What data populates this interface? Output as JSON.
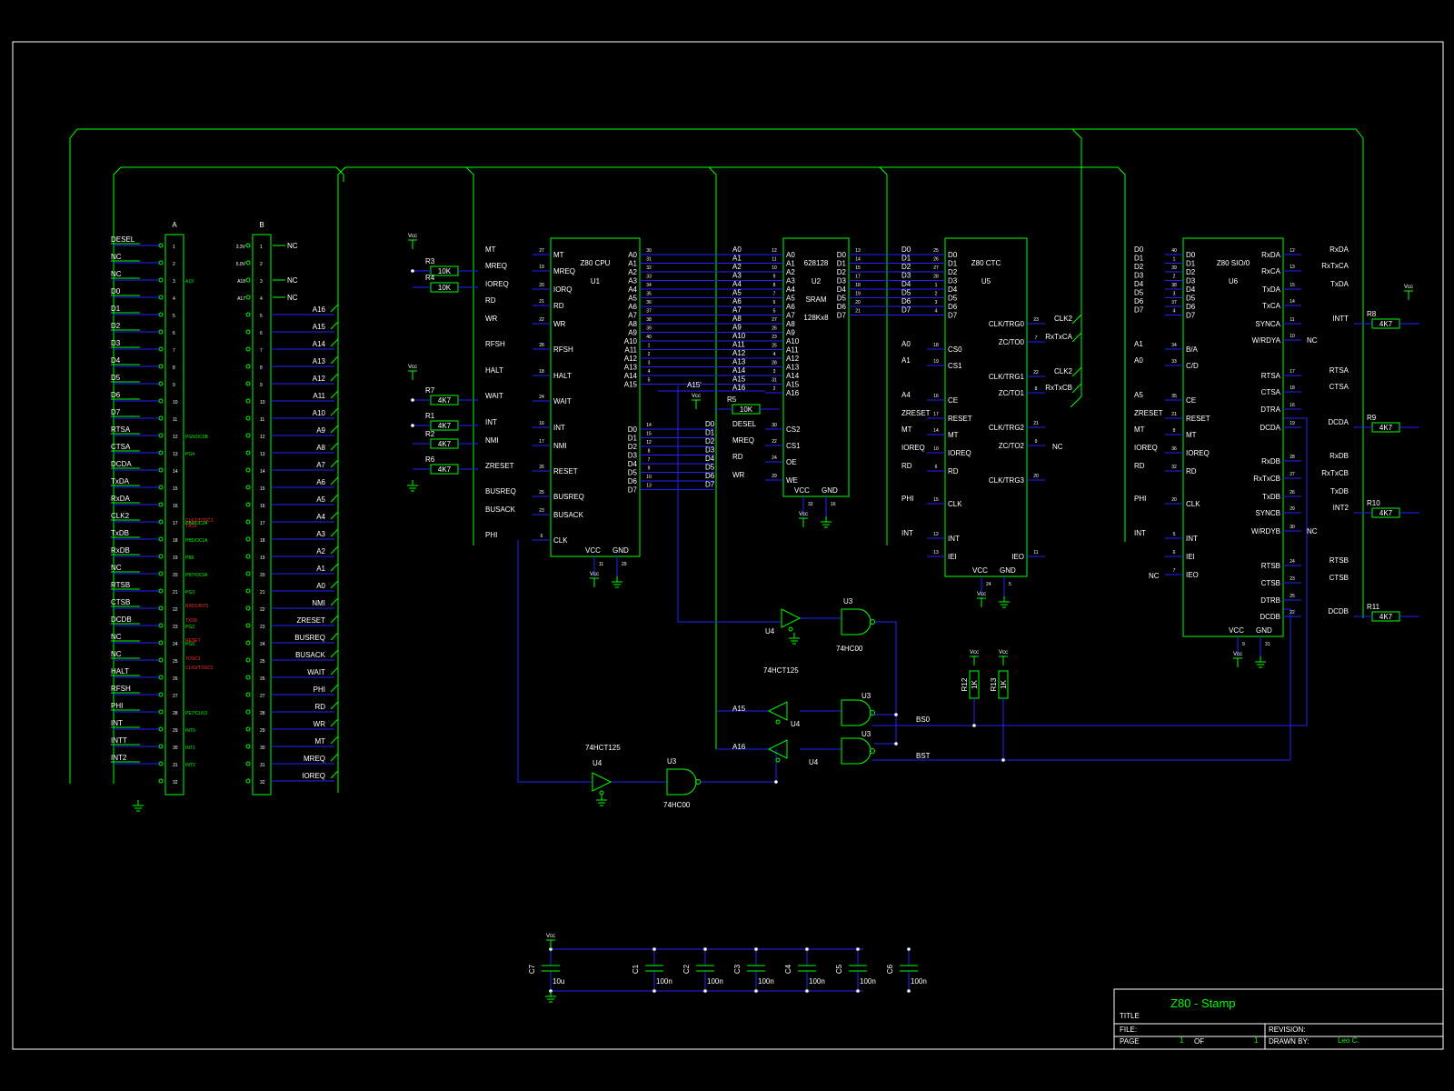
{
  "title_block": {
    "title_label": "TITLE",
    "title": "Z80 - Stamp",
    "file_label": "FILE:",
    "revision_label": "REVISION:",
    "page_label": "PAGE",
    "page": "1",
    "of_label": "OF",
    "page_total": "1",
    "drawn_by_label": "DRAWN BY:",
    "drawn_by": "Leo C."
  },
  "header_a": {
    "name": "A",
    "pins": [
      {
        "n": "1",
        "left": "DESEL",
        "right": ""
      },
      {
        "n": "2",
        "left": "NC",
        "right": ""
      },
      {
        "n": "3",
        "left": "NC",
        "right": "A19"
      },
      {
        "n": "4",
        "left": "D0",
        "right": ""
      },
      {
        "n": "5",
        "left": "D1",
        "right": ""
      },
      {
        "n": "6",
        "left": "D2",
        "right": ""
      },
      {
        "n": "7",
        "left": "D3",
        "right": ""
      },
      {
        "n": "8",
        "left": "D4",
        "right": ""
      },
      {
        "n": "9",
        "left": "D5",
        "right": ""
      },
      {
        "n": "10",
        "left": "D6",
        "right": ""
      },
      {
        "n": "11",
        "left": "D7",
        "right": ""
      },
      {
        "n": "12",
        "left": "RTSA",
        "right": "PG5/OC0B"
      },
      {
        "n": "13",
        "left": "CTSA",
        "right": "PG4"
      },
      {
        "n": "14",
        "left": "DCDA",
        "right": ""
      },
      {
        "n": "15",
        "left": "TxDA",
        "right": ""
      },
      {
        "n": "16",
        "left": "RxDA",
        "right": ""
      },
      {
        "n": "17",
        "left": "CLK2",
        "right": "PB4/OC2A"
      },
      {
        "n": "18",
        "left": "TxDB",
        "right": "PB5/OC1A"
      },
      {
        "n": "19",
        "left": "RxDB",
        "right": "PB6"
      },
      {
        "n": "20",
        "left": "NC",
        "right": "PB7/OC0A"
      },
      {
        "n": "21",
        "left": "RTSB",
        "right": "PG3"
      },
      {
        "n": "22",
        "left": "CTSB",
        "right": ""
      },
      {
        "n": "23",
        "left": "DCDB",
        "right": "PG2"
      },
      {
        "n": "24",
        "left": "NC",
        "right": "PG0"
      },
      {
        "n": "25",
        "left": "NC",
        "right": ""
      },
      {
        "n": "26",
        "left": "HALT",
        "right": ""
      },
      {
        "n": "27",
        "left": "RFSH",
        "right": ""
      },
      {
        "n": "28",
        "left": "PHI",
        "right": "PE7/CLKO"
      },
      {
        "n": "29",
        "left": "INT",
        "right": "INT0"
      },
      {
        "n": "30",
        "left": "INTT",
        "right": "INT1"
      },
      {
        "n": "31",
        "left": "INT2",
        "right": "INT2"
      },
      {
        "n": "32",
        "left": "",
        "right": ""
      }
    ],
    "red_notes": [
      "CLK2/TOSC1",
      "TXD1",
      "RXD1/INT2",
      "TXD0",
      "RESET",
      "TOSC1",
      "CLK0/TOSC2"
    ]
  },
  "header_b": {
    "name": "B",
    "pins": [
      {
        "n": "1",
        "left": "3.3V",
        "right": "NC"
      },
      {
        "n": "2",
        "left": "5.0V",
        "right": ""
      },
      {
        "n": "3",
        "left": "A18",
        "right": "NC"
      },
      {
        "n": "4",
        "left": "A17",
        "right": "NC"
      },
      {
        "n": "5",
        "left": "",
        "right": "A16"
      },
      {
        "n": "6",
        "left": "",
        "right": "A15"
      },
      {
        "n": "7",
        "left": "",
        "right": "A14"
      },
      {
        "n": "8",
        "left": "",
        "right": "A13"
      },
      {
        "n": "9",
        "left": "",
        "right": "A12"
      },
      {
        "n": "10",
        "left": "",
        "right": "A11"
      },
      {
        "n": "11",
        "left": "",
        "right": "A10"
      },
      {
        "n": "12",
        "left": "",
        "right": "A9"
      },
      {
        "n": "13",
        "left": "",
        "right": "A8"
      },
      {
        "n": "14",
        "left": "",
        "right": "A7"
      },
      {
        "n": "15",
        "left": "",
        "right": "A6"
      },
      {
        "n": "16",
        "left": "",
        "right": "A5"
      },
      {
        "n": "17",
        "left": "",
        "right": "A4"
      },
      {
        "n": "18",
        "left": "",
        "right": "A3"
      },
      {
        "n": "19",
        "left": "",
        "right": "A2"
      },
      {
        "n": "20",
        "left": "",
        "right": "A1"
      },
      {
        "n": "21",
        "left": "",
        "right": "A0"
      },
      {
        "n": "22",
        "left": "",
        "right": "NMI"
      },
      {
        "n": "23",
        "left": "",
        "right": "ZRESET"
      },
      {
        "n": "24",
        "left": "",
        "right": "BUSREQ"
      },
      {
        "n": "25",
        "left": "",
        "right": "BUSACK"
      },
      {
        "n": "26",
        "left": "",
        "right": "WAIT"
      },
      {
        "n": "27",
        "left": "",
        "right": "PHI"
      },
      {
        "n": "28",
        "left": "",
        "right": "RD"
      },
      {
        "n": "29",
        "left": "",
        "right": "WR"
      },
      {
        "n": "30",
        "left": "",
        "right": "MT"
      },
      {
        "n": "31",
        "left": "",
        "right": "MREQ"
      },
      {
        "n": "32",
        "left": "",
        "right": "IOREQ"
      }
    ]
  },
  "u1": {
    "ref": "U1",
    "type": "Z80 CPU",
    "left_pins": [
      {
        "n": "27",
        "name": "MT"
      },
      {
        "n": "19",
        "name": "MREQ"
      },
      {
        "n": "20",
        "name": "IORQ"
      },
      {
        "n": "21",
        "name": "RD"
      },
      {
        "n": "22",
        "name": "WR"
      },
      {
        "n": "28",
        "name": "RFSH"
      },
      {
        "n": "18",
        "name": "HALT"
      },
      {
        "n": "24",
        "name": "WAIT"
      },
      {
        "n": "16",
        "name": "INT"
      },
      {
        "n": "17",
        "name": "NMI"
      },
      {
        "n": "26",
        "name": "RESET"
      },
      {
        "n": "25",
        "name": "BUSREQ"
      },
      {
        "n": "23",
        "name": "BUSACK"
      },
      {
        "n": "6",
        "name": "CLK"
      }
    ],
    "right_pins": [
      {
        "n": "30",
        "name": "A0"
      },
      {
        "n": "31",
        "name": "A1"
      },
      {
        "n": "32",
        "name": "A2"
      },
      {
        "n": "33",
        "name": "A3"
      },
      {
        "n": "34",
        "name": "A4"
      },
      {
        "n": "35",
        "name": "A5"
      },
      {
        "n": "36",
        "name": "A6"
      },
      {
        "n": "37",
        "name": "A7"
      },
      {
        "n": "38",
        "name": "A8"
      },
      {
        "n": "39",
        "name": "A9"
      },
      {
        "n": "40",
        "name": "A10"
      },
      {
        "n": "1",
        "name": "A11"
      },
      {
        "n": "2",
        "name": "A12"
      },
      {
        "n": "3",
        "name": "A13"
      },
      {
        "n": "4",
        "name": "A14"
      },
      {
        "n": "5",
        "name": "A15"
      },
      {
        "n": "14",
        "name": "D0"
      },
      {
        "n": "15",
        "name": "D1"
      },
      {
        "n": "12",
        "name": "D2"
      },
      {
        "n": "8",
        "name": "D3"
      },
      {
        "n": "7",
        "name": "D4"
      },
      {
        "n": "9",
        "name": "D5"
      },
      {
        "n": "10",
        "name": "D6"
      },
      {
        "n": "13",
        "name": "D7"
      }
    ],
    "bottom": {
      "vcc": "VCC",
      "gnd": "GND",
      "vcc_pin": "11",
      "gnd_pin": "29"
    },
    "net_labels": [
      "MT",
      "MREQ",
      "IOREQ",
      "RD",
      "WR",
      "RFSH",
      "HALT",
      "WAIT",
      "INT",
      "NMI",
      "ZRESET",
      "BUSREQ",
      "BUSACK",
      "PHI"
    ]
  },
  "u2": {
    "ref": "U2",
    "type": "628128",
    "desc": "SRAM",
    "org": "128Kx8",
    "left_pins": [
      {
        "n": "12",
        "name": "A0"
      },
      {
        "n": "11",
        "name": "A1"
      },
      {
        "n": "10",
        "name": "A2"
      },
      {
        "n": "9",
        "name": "A3"
      },
      {
        "n": "8",
        "name": "A4"
      },
      {
        "n": "7",
        "name": "A5"
      },
      {
        "n": "6",
        "name": "A6"
      },
      {
        "n": "5",
        "name": "A7"
      },
      {
        "n": "27",
        "name": "A8"
      },
      {
        "n": "26",
        "name": "A9"
      },
      {
        "n": "23",
        "name": "A10"
      },
      {
        "n": "25",
        "name": "A11"
      },
      {
        "n": "4",
        "name": "A12"
      },
      {
        "n": "28",
        "name": "A13"
      },
      {
        "n": "3",
        "name": "A14"
      },
      {
        "n": "31",
        "name": "A15"
      },
      {
        "n": "2",
        "name": "A16"
      },
      {
        "n": "30",
        "name": "CS2"
      },
      {
        "n": "22",
        "name": "CS1"
      },
      {
        "n": "24",
        "name": "OE"
      },
      {
        "n": "29",
        "name": "WE"
      }
    ],
    "right_pins": [
      {
        "n": "13",
        "name": "D0"
      },
      {
        "n": "14",
        "name": "D1"
      },
      {
        "n": "15",
        "name": "D2"
      },
      {
        "n": "17",
        "name": "D3"
      },
      {
        "n": "18",
        "name": "D4"
      },
      {
        "n": "19",
        "name": "D5"
      },
      {
        "n": "20",
        "name": "D6"
      },
      {
        "n": "21",
        "name": "D7"
      }
    ],
    "bottom": {
      "vcc": "VCC",
      "gnd": "GND",
      "vcc_pin": "32",
      "gnd_pin": "16"
    },
    "net_labels": [
      "A0",
      "A1",
      "A2",
      "A3",
      "A4",
      "A5",
      "A6",
      "A7",
      "A8",
      "A9",
      "A10",
      "A11",
      "A12",
      "A13",
      "A14",
      "A15",
      "A16",
      "DESEL",
      "MREQ",
      "RD",
      "WR",
      "A15'",
      "D0",
      "D1",
      "D2",
      "D3",
      "D4",
      "D5",
      "D6",
      "D7"
    ]
  },
  "u5": {
    "ref": "U5",
    "type": "Z80 CTC",
    "left_pins": [
      {
        "n": "25",
        "name": "D0"
      },
      {
        "n": "26",
        "name": "D1"
      },
      {
        "n": "27",
        "name": "D2"
      },
      {
        "n": "28",
        "name": "D3"
      },
      {
        "n": "1",
        "name": "D4"
      },
      {
        "n": "2",
        "name": "D5"
      },
      {
        "n": "3",
        "name": "D6"
      },
      {
        "n": "4",
        "name": "D7"
      },
      {
        "n": "18",
        "name": "CS0"
      },
      {
        "n": "19",
        "name": "CS1"
      },
      {
        "n": "16",
        "name": "CE"
      },
      {
        "n": "17",
        "name": "RESET"
      },
      {
        "n": "14",
        "name": "MT"
      },
      {
        "n": "10",
        "name": "IOREQ"
      },
      {
        "n": "6",
        "name": "RD"
      },
      {
        "n": "15",
        "name": "CLK"
      },
      {
        "n": "12",
        "name": "INT"
      },
      {
        "n": "13",
        "name": "IEI"
      }
    ],
    "right_pins": [
      {
        "n": "23",
        "name": "CLK/TRG0"
      },
      {
        "n": "7",
        "name": "ZC/TO0"
      },
      {
        "n": "22",
        "name": "CLK/TRG1"
      },
      {
        "n": "8",
        "name": "ZC/TO1"
      },
      {
        "n": "21",
        "name": "CLK/TRG2"
      },
      {
        "n": "9",
        "name": "ZC/TO2"
      },
      {
        "n": "20",
        "name": "CLK/TRG3"
      },
      {
        "n": "11",
        "name": "IEO"
      }
    ],
    "bottom": {
      "vcc": "VCC",
      "gnd": "GND",
      "vcc_pin": "24",
      "gnd_pin": "5"
    },
    "net_labels": [
      "D0",
      "D1",
      "D2",
      "D3",
      "D4",
      "D5",
      "D6",
      "D7",
      "A0",
      "A1",
      "A4",
      "ZRESET",
      "MT",
      "IOREQ",
      "RD",
      "PHI",
      "INT",
      "CLK2",
      "RxTxCA",
      "CLK2",
      "RxTxCB",
      "NC"
    ]
  },
  "u6": {
    "ref": "U6",
    "type": "Z80 SIO/0",
    "left_pins": [
      {
        "n": "40",
        "name": "D0"
      },
      {
        "n": "1",
        "name": "D1"
      },
      {
        "n": "39",
        "name": "D2"
      },
      {
        "n": "2",
        "name": "D3"
      },
      {
        "n": "38",
        "name": "D4"
      },
      {
        "n": "3",
        "name": "D5"
      },
      {
        "n": "37",
        "name": "D6"
      },
      {
        "n": "4",
        "name": "D7"
      },
      {
        "n": "34",
        "name": "B/A"
      },
      {
        "n": "33",
        "name": "C/D"
      },
      {
        "n": "35",
        "name": "CE"
      },
      {
        "n": "21",
        "name": "RESET"
      },
      {
        "n": "8",
        "name": "MT"
      },
      {
        "n": "36",
        "name": "IOREQ"
      },
      {
        "n": "32",
        "name": "RD"
      },
      {
        "n": "20",
        "name": "CLK"
      },
      {
        "n": "5",
        "name": "INT"
      },
      {
        "n": "6",
        "name": "IEI"
      },
      {
        "n": "7",
        "name": "IEO"
      }
    ],
    "right_pins": [
      {
        "n": "12",
        "name": "RxDA"
      },
      {
        "n": "13",
        "name": "RxCA"
      },
      {
        "n": "15",
        "name": "TxDA"
      },
      {
        "n": "14",
        "name": "TxCA"
      },
      {
        "n": "11",
        "name": "SYNCA"
      },
      {
        "n": "10",
        "name": "W/RDYA"
      },
      {
        "n": "17",
        "name": "RTSA"
      },
      {
        "n": "18",
        "name": "CTSA"
      },
      {
        "n": "16",
        "name": "DTRA"
      },
      {
        "n": "19",
        "name": "DCDA"
      },
      {
        "n": "28",
        "name": "RxDB"
      },
      {
        "n": "27",
        "name": "RxTxCB"
      },
      {
        "n": "26",
        "name": "TxDB"
      },
      {
        "n": "29",
        "name": "SYNCB"
      },
      {
        "n": "30",
        "name": "W/RDYB"
      },
      {
        "n": "24",
        "name": "RTSB"
      },
      {
        "n": "23",
        "name": "CTSB"
      },
      {
        "n": "25",
        "name": "DTRB"
      },
      {
        "n": "22",
        "name": "DCDB"
      }
    ],
    "bottom": {
      "vcc": "VCC",
      "gnd": "GND",
      "vcc_pin": "9",
      "gnd_pin": "31"
    },
    "net_labels": [
      "D0",
      "D1",
      "D2",
      "D3",
      "D4",
      "D5",
      "D6",
      "D7",
      "A1",
      "A0",
      "A5",
      "ZRESET",
      "MT",
      "IOREQ",
      "RD",
      "PHI",
      "INT",
      "NC",
      "RxDA",
      "RxTxCA",
      "TxDA",
      "INTT",
      "NC",
      "RTSA",
      "CTSA",
      "DCDA",
      "RxDB",
      "RxTxCB",
      "TxDB",
      "INT2",
      "NC",
      "RTSB",
      "CTSB",
      "DCDB",
      "BS0",
      "BST"
    ]
  },
  "resistors": [
    {
      "ref": "R3",
      "value": "10K"
    },
    {
      "ref": "R4",
      "value": "10K"
    },
    {
      "ref": "R7",
      "value": "4K7"
    },
    {
      "ref": "R1",
      "value": "4K7"
    },
    {
      "ref": "R2",
      "value": "4K7"
    },
    {
      "ref": "R6",
      "value": "4K7"
    },
    {
      "ref": "R5",
      "value": "10K"
    },
    {
      "ref": "R8",
      "value": "4K7"
    },
    {
      "ref": "R9",
      "value": "4K7"
    },
    {
      "ref": "R10",
      "value": "4K7"
    },
    {
      "ref": "R11",
      "value": "4K7"
    },
    {
      "ref": "R12",
      "value": "1K"
    },
    {
      "ref": "R13",
      "value": "1K"
    }
  ],
  "logic": {
    "buffer_type": "74HCT125",
    "nand_type": "74HC00",
    "buffer_ref": "U4",
    "nand_ref": "U3",
    "nets": [
      "A15",
      "A16",
      "BS0",
      "BST"
    ]
  },
  "capacitors": [
    {
      "ref": "C7",
      "value": "10u"
    },
    {
      "ref": "C1",
      "value": "100n"
    },
    {
      "ref": "C2",
      "value": "100n"
    },
    {
      "ref": "C3",
      "value": "100n"
    },
    {
      "ref": "C4",
      "value": "100n"
    },
    {
      "ref": "C5",
      "value": "100n"
    },
    {
      "ref": "C6",
      "value": "100n"
    }
  ],
  "power": {
    "vcc": "Vcc"
  },
  "colors": {
    "background": "#000000",
    "component": "#00ff00",
    "wire": "#2222ff",
    "text": "#ffffff",
    "note": "#ff3030",
    "frame": "#ffffff"
  }
}
